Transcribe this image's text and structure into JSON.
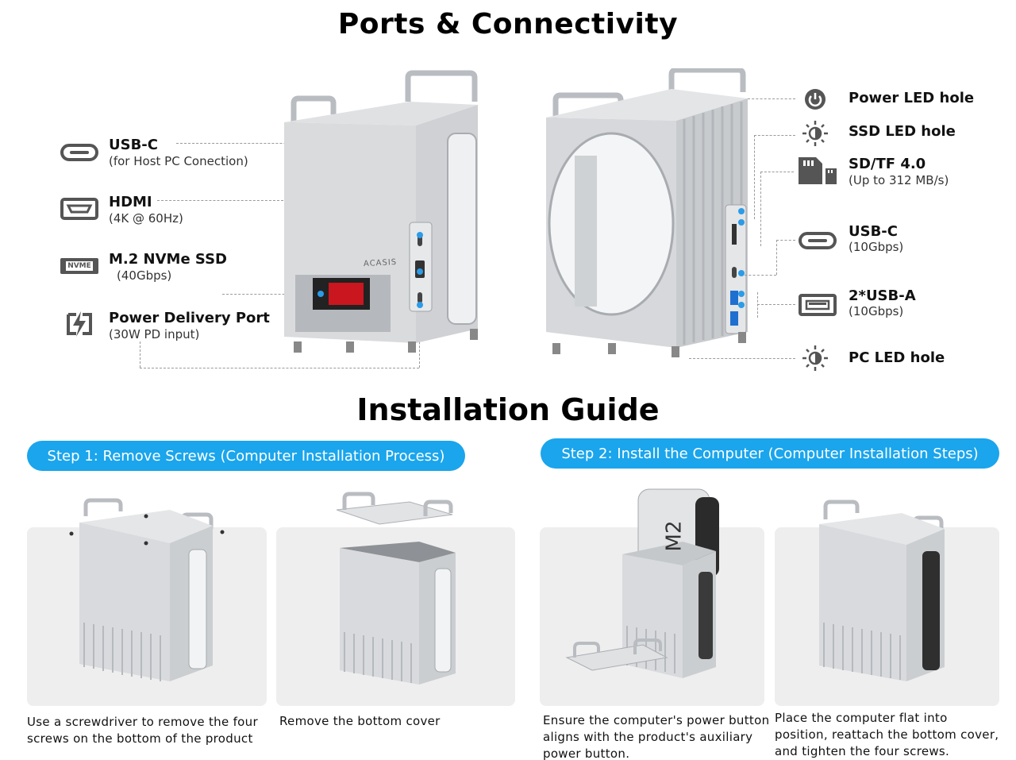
{
  "titles": {
    "ports": "Ports & Connectivity",
    "install": "Installation Guide"
  },
  "left_features": [
    {
      "name": "USB-C",
      "sub": "(for Host PC Conection)",
      "icon": "usb-c-port-icon"
    },
    {
      "name": "HDMI",
      "sub": "(4K @ 60Hz)",
      "icon": "hdmi-port-icon"
    },
    {
      "name": "M.2 NVMe SSD",
      "sub": "(40Gbps)",
      "icon": "nvme-ssd-icon"
    },
    {
      "name": "Power Delivery Port",
      "sub": "(30W PD input)",
      "icon": "power-delivery-icon"
    }
  ],
  "right_features": [
    {
      "name": "Power LED hole",
      "sub": "",
      "icon": "power-icon"
    },
    {
      "name": "SSD LED hole",
      "sub": "",
      "icon": "led-icon"
    },
    {
      "name": "SD/TF 4.0",
      "sub": "(Up to 312 MB/s)",
      "icon": "sd-card-icon"
    },
    {
      "name": "USB-C",
      "sub": "(10Gbps)",
      "icon": "usb-c-port-icon"
    },
    {
      "name": "2*USB-A",
      "sub": "(10Gbps)",
      "icon": "usb-a-port-icon"
    },
    {
      "name": "PC LED hole",
      "sub": "",
      "icon": "led-icon"
    }
  ],
  "ssd_icon_text": "NVME",
  "brand": "ACASIS",
  "computer_label": "M2",
  "steps": [
    {
      "label": "Step 1: Remove Screws (Computer Installation Process)"
    },
    {
      "label": "Step 2: Install the Computer (Computer Installation Steps)"
    }
  ],
  "captions": [
    {
      "l1": "Use a screwdriver to remove the four",
      "l2": "screws on the bottom of the product",
      "l3": ""
    },
    {
      "l1": "Remove the bottom cover",
      "l2": "",
      "l3": ""
    },
    {
      "l1": "Ensure the computer's power button",
      "l2": "aligns with the product's auxiliary",
      "l3": "power button."
    },
    {
      "l1": "Place the computer flat into",
      "l2": "position, reattach the bottom cover,",
      "l3": "and tighten the four screws."
    }
  ],
  "colors": {
    "accent": "#1aa5ec",
    "icon": "#555555",
    "highlight": "#2d9be6"
  }
}
